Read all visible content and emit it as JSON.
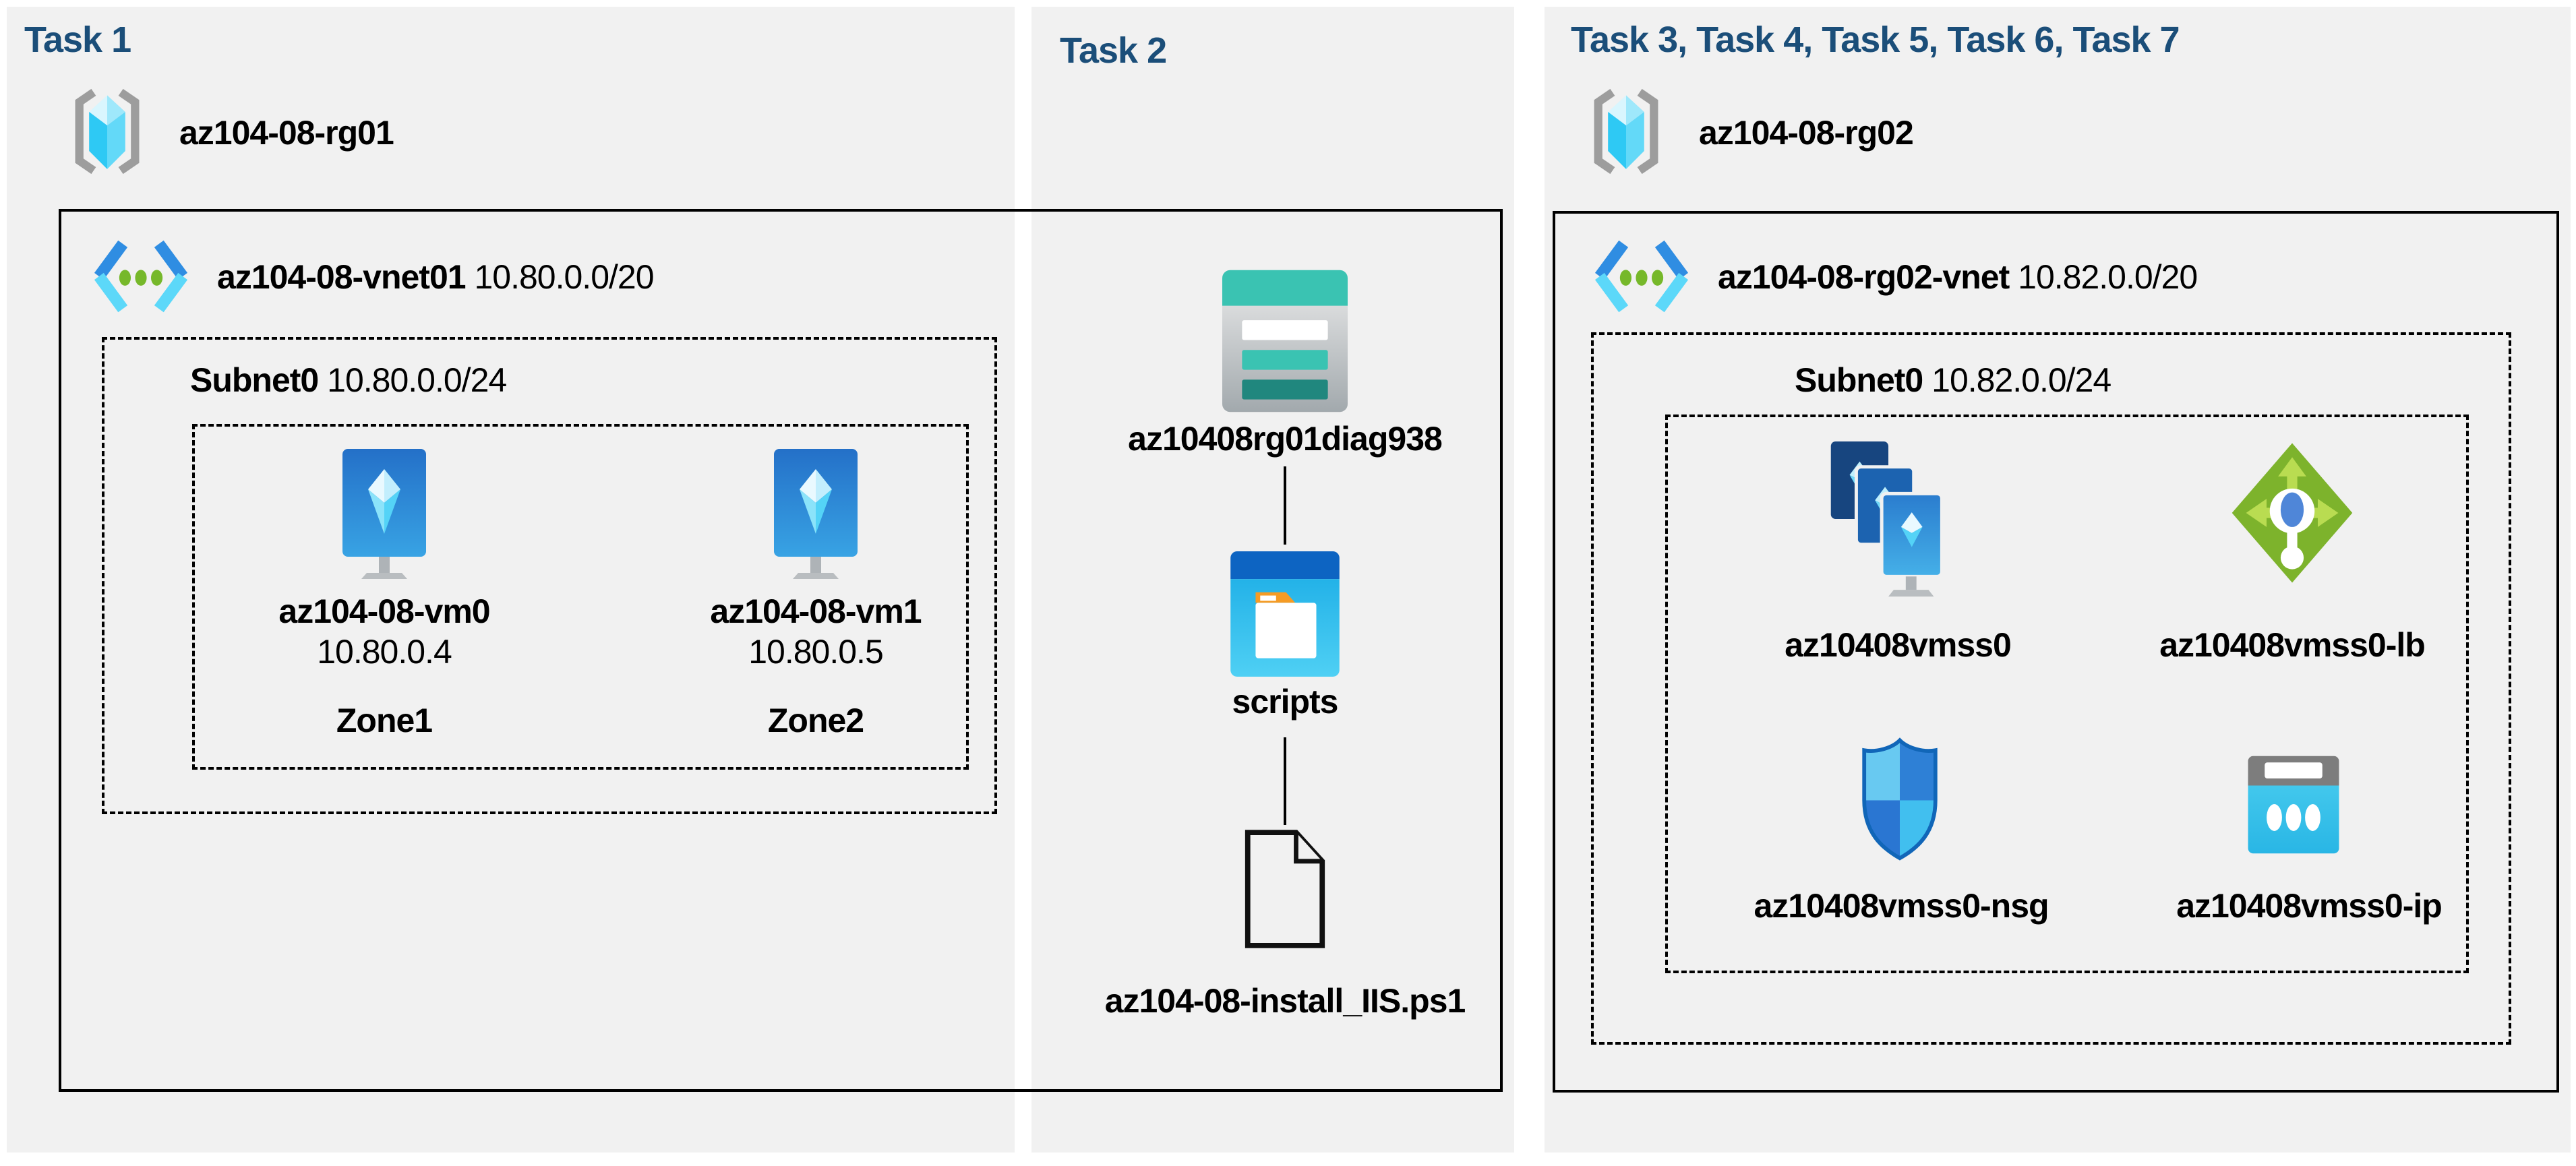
{
  "colors": {
    "panel_bg": "#f1f1f1",
    "title_navy": "#1b4e79",
    "outline": "#000000",
    "storage_teal": "#3ac3b2",
    "storage_teal_dark": "#20877e",
    "azure_blue": "#2470c8",
    "azure_cyan": "#3fc8f2",
    "lb_green": "#7db32c",
    "folder_orange": "#f59b24"
  },
  "panels": [
    {
      "title": "Task 1"
    },
    {
      "title": "Task 2"
    },
    {
      "title": "Task 3, Task 4, Task 5, Task 6, Task 7"
    }
  ],
  "task1": {
    "resource_group": {
      "name": "az104-08-rg01",
      "icon": "resource-group-icon"
    },
    "vnet": {
      "name": "az104-08-vnet01",
      "cidr": "10.80.0.0/20",
      "icon": "virtual-network-icon"
    },
    "subnet": {
      "name": "Subnet0",
      "cidr": "10.80.0.0/24"
    },
    "vms": [
      {
        "name": "az104-08-vm0",
        "ip": "10.80.0.4",
        "zone": "Zone1",
        "icon": "virtual-machine-icon"
      },
      {
        "name": "az104-08-vm1",
        "ip": "10.80.0.5",
        "zone": "Zone2",
        "icon": "virtual-machine-icon"
      }
    ]
  },
  "task2": {
    "storage_account": {
      "name": "az10408rg01diag938",
      "icon": "storage-account-icon"
    },
    "folder": {
      "name": "scripts",
      "icon": "folder-window-icon"
    },
    "file": {
      "name": "az104-08-install_IIS.ps1",
      "icon": "file-icon"
    }
  },
  "task3": {
    "resource_group": {
      "name": "az104-08-rg02",
      "icon": "resource-group-icon"
    },
    "vnet": {
      "name": "az104-08-rg02-vnet",
      "cidr": "10.82.0.0/20",
      "icon": "virtual-network-icon"
    },
    "subnet": {
      "name": "Subnet0",
      "cidr": "10.82.0.0/24"
    },
    "resources": [
      {
        "name": "az10408vmss0",
        "type": "vm-scale-set",
        "icon": "vmss-icon"
      },
      {
        "name": "az10408vmss0-lb",
        "type": "load-balancer",
        "icon": "load-balancer-icon"
      },
      {
        "name": "az10408vmss0-nsg",
        "type": "network-security-group",
        "icon": "nsg-shield-icon"
      },
      {
        "name": "az10408vmss0-ip",
        "type": "public-ip-address",
        "icon": "public-ip-icon"
      }
    ]
  }
}
